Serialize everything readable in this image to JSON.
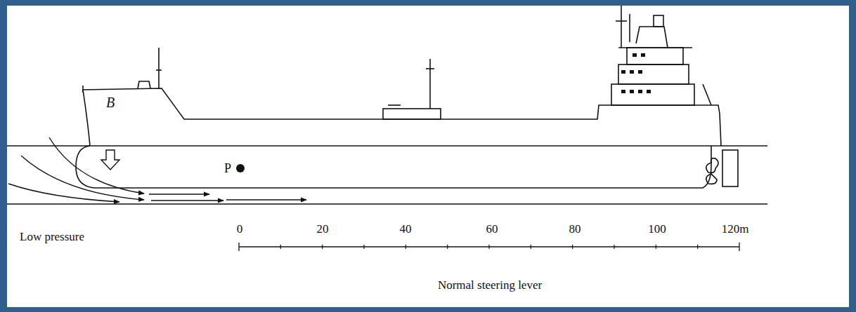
{
  "diagram": {
    "labels": [
      "B",
      "P",
      "Low pressure",
      "0",
      "20",
      "40",
      "60",
      "80",
      "100",
      "120m",
      "Normal steering lever"
    ]
  }
}
